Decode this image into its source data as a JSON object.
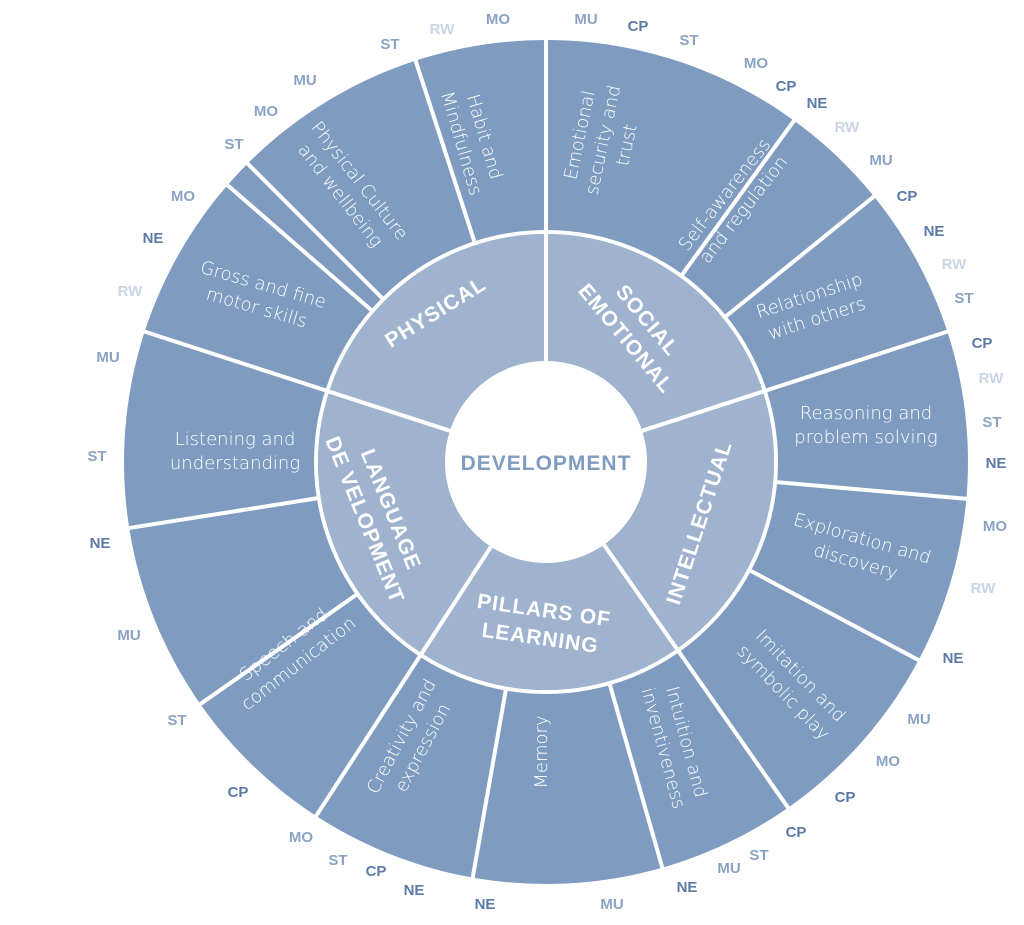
{
  "colors": {
    "outer_ring": "#7f9cc0",
    "inner_ring": "#9fb3cf",
    "divider": "#ffffff",
    "center": "#ffffff",
    "center_text": "#7f9cc0",
    "tag_dark": "#5b7aa5",
    "tag_medium": "#8aa3c5",
    "tag_light": "#c9d5e5"
  },
  "center": {
    "label": "DEVELOPMENT"
  },
  "categories": [
    {
      "id": "physical",
      "lines": [
        "PHYSICAL"
      ]
    },
    {
      "id": "social-emotional",
      "lines": [
        "SOCIAL",
        "EMOTIONAL"
      ]
    },
    {
      "id": "intellectual",
      "lines": [
        "INTELLECTUAL"
      ]
    },
    {
      "id": "pillars-of-learning",
      "lines": [
        "PILLARS OF",
        "LEARNING"
      ]
    },
    {
      "id": "language-development",
      "lines": [
        "LANGUAGE",
        "DE VELOPMENT"
      ]
    }
  ],
  "segments": [
    {
      "id": "habit-mindfulness",
      "lines": [
        "Habit and",
        "Mindfulness"
      ]
    },
    {
      "id": "emotional-security",
      "lines": [
        "Emotional",
        "security and",
        "trust"
      ]
    },
    {
      "id": "self-awareness",
      "lines": [
        "Self-awareness",
        "and regulation"
      ]
    },
    {
      "id": "relationship-others",
      "lines": [
        "Relationship",
        "with others"
      ]
    },
    {
      "id": "reasoning",
      "lines": [
        "Reasoning and",
        "problem solving"
      ]
    },
    {
      "id": "exploration",
      "lines": [
        "Exploration and",
        "discovery"
      ]
    },
    {
      "id": "imitation",
      "lines": [
        "Imitation and",
        "symbolic play"
      ]
    },
    {
      "id": "intuition",
      "lines": [
        "Intuition and",
        "inventiveness"
      ]
    },
    {
      "id": "memory",
      "lines": [
        "Memory"
      ]
    },
    {
      "id": "creativity",
      "lines": [
        "Creativity and",
        "expression"
      ]
    },
    {
      "id": "speech",
      "lines": [
        "Speech and",
        "communication"
      ]
    },
    {
      "id": "listening",
      "lines": [
        "Listening and",
        "understanding"
      ]
    },
    {
      "id": "gross-fine-motor",
      "lines": [
        "Gross and fine",
        "motor skills"
      ]
    },
    {
      "id": "physical-culture",
      "lines": [
        "Physical Culture",
        "and wellbeing"
      ]
    }
  ],
  "tags": [
    {
      "text": "MO",
      "tone": "medium"
    },
    {
      "text": "RW",
      "tone": "light"
    },
    {
      "text": "ST",
      "tone": "medium"
    },
    {
      "text": "MU",
      "tone": "medium"
    },
    {
      "text": "MO",
      "tone": "medium"
    },
    {
      "text": "ST",
      "tone": "medium"
    },
    {
      "text": "MO",
      "tone": "medium"
    },
    {
      "text": "NE",
      "tone": "dark"
    },
    {
      "text": "RW",
      "tone": "light"
    },
    {
      "text": "MU",
      "tone": "medium"
    },
    {
      "text": "ST",
      "tone": "medium"
    },
    {
      "text": "NE",
      "tone": "dark"
    },
    {
      "text": "MU",
      "tone": "medium"
    },
    {
      "text": "ST",
      "tone": "medium"
    },
    {
      "text": "CP",
      "tone": "dark"
    },
    {
      "text": "MO",
      "tone": "medium"
    },
    {
      "text": "ST",
      "tone": "medium"
    },
    {
      "text": "CP",
      "tone": "dark"
    },
    {
      "text": "NE",
      "tone": "dark"
    },
    {
      "text": "NE",
      "tone": "dark"
    },
    {
      "text": "MU",
      "tone": "medium"
    },
    {
      "text": "NE",
      "tone": "dark"
    },
    {
      "text": "MU",
      "tone": "medium"
    },
    {
      "text": "ST",
      "tone": "medium"
    },
    {
      "text": "CP",
      "tone": "dark"
    },
    {
      "text": "CP",
      "tone": "dark"
    },
    {
      "text": "MO",
      "tone": "medium"
    },
    {
      "text": "MU",
      "tone": "medium"
    },
    {
      "text": "NE",
      "tone": "dark"
    },
    {
      "text": "RW",
      "tone": "light"
    },
    {
      "text": "MO",
      "tone": "medium"
    },
    {
      "text": "NE",
      "tone": "dark"
    },
    {
      "text": "ST",
      "tone": "medium"
    },
    {
      "text": "RW",
      "tone": "light"
    },
    {
      "text": "CP",
      "tone": "dark"
    },
    {
      "text": "ST",
      "tone": "medium"
    },
    {
      "text": "RW",
      "tone": "light"
    },
    {
      "text": "NE",
      "tone": "dark"
    },
    {
      "text": "CP",
      "tone": "dark"
    },
    {
      "text": "MU",
      "tone": "medium"
    },
    {
      "text": "RW",
      "tone": "light"
    },
    {
      "text": "NE",
      "tone": "dark"
    },
    {
      "text": "CP",
      "tone": "dark"
    },
    {
      "text": "MO",
      "tone": "medium"
    },
    {
      "text": "ST",
      "tone": "medium"
    },
    {
      "text": "CP",
      "tone": "dark"
    },
    {
      "text": "MU",
      "tone": "medium"
    }
  ]
}
